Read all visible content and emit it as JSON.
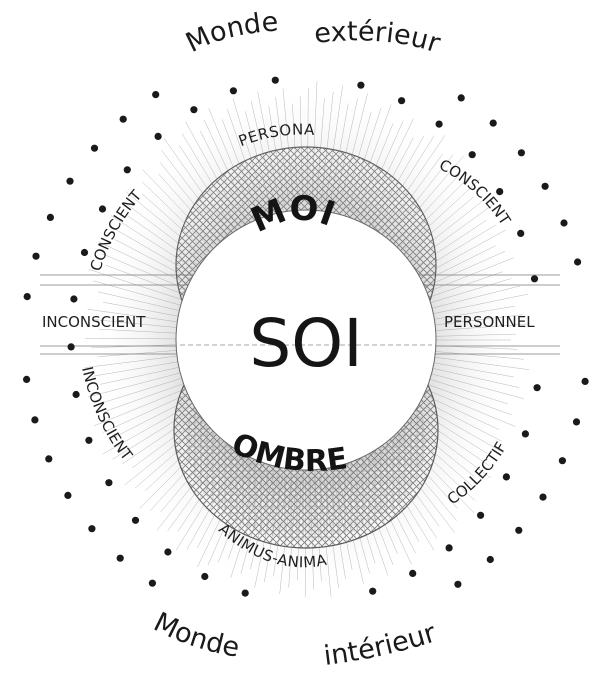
{
  "labels": {
    "outer_top_left": "Monde",
    "outer_top_right": "extérieur",
    "outer_bottom_left": "Monde",
    "outer_bottom_right": "intérieur",
    "persona": "PERSONA",
    "moi": "MOI",
    "soi": "SOI",
    "ombre": "OMBRE",
    "animus_anima": "ANIMUS-ANIMA",
    "conscient_left": "CONSCIENT",
    "conscient_right": "CONSCIENT",
    "inconscient_left": "INCONSCIENT",
    "personnel": "PERSONNEL",
    "inconscient_lower_left": "INCONSCIENT",
    "collectif": "COLLECTIF"
  },
  "colors": {
    "ink": "#1a1a1a",
    "hatch": "#777777",
    "background": "#ffffff"
  }
}
